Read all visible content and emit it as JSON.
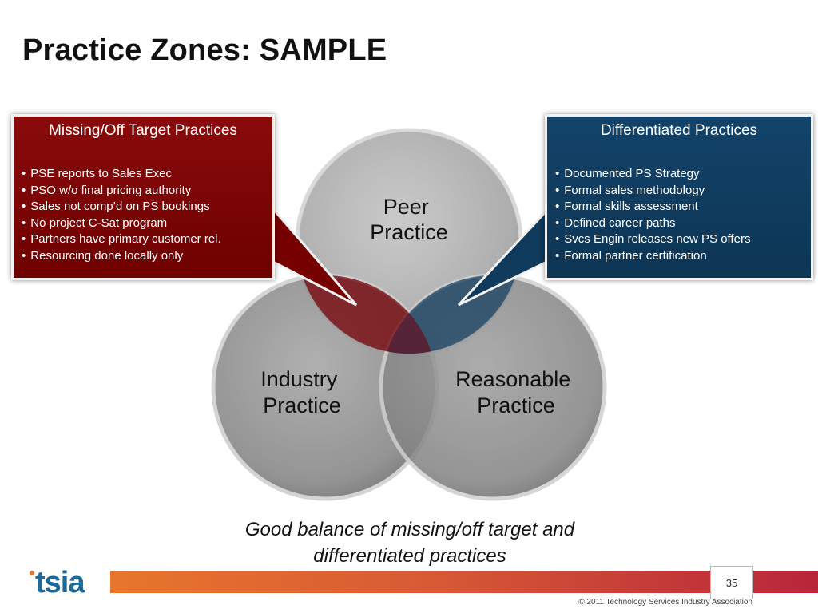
{
  "title": "Practice Zones:  SAMPLE",
  "circles": {
    "peer": [
      "Peer",
      "Practice"
    ],
    "industry": [
      "Industry",
      "Practice"
    ],
    "reasonable": [
      "Reasonable",
      "Practice"
    ]
  },
  "left_callout": {
    "title": "Missing/Off Target Practices",
    "items": [
      "PSE reports to Sales Exec",
      "PSO w/o final pricing authority",
      "Sales not comp’d on PS bookings",
      "No project C-Sat program",
      "Partners have primary customer rel.",
      "Resourcing done locally only"
    ],
    "color": "#7a0000"
  },
  "right_callout": {
    "title": "Differentiated Practices",
    "items": [
      "Documented PS Strategy",
      "Formal sales methodology",
      "Formal skills assessment",
      "Defined career paths",
      "Svcs Engin releases new PS offers",
      "Formal partner certification"
    ],
    "color": "#0f3a5c"
  },
  "caption": [
    "Good balance of missing/off target and",
    "differentiated practices"
  ],
  "footer": {
    "logo_text": "tsia",
    "page_number": "35",
    "copyright": "© 2011 Technology Services Industry Association"
  }
}
